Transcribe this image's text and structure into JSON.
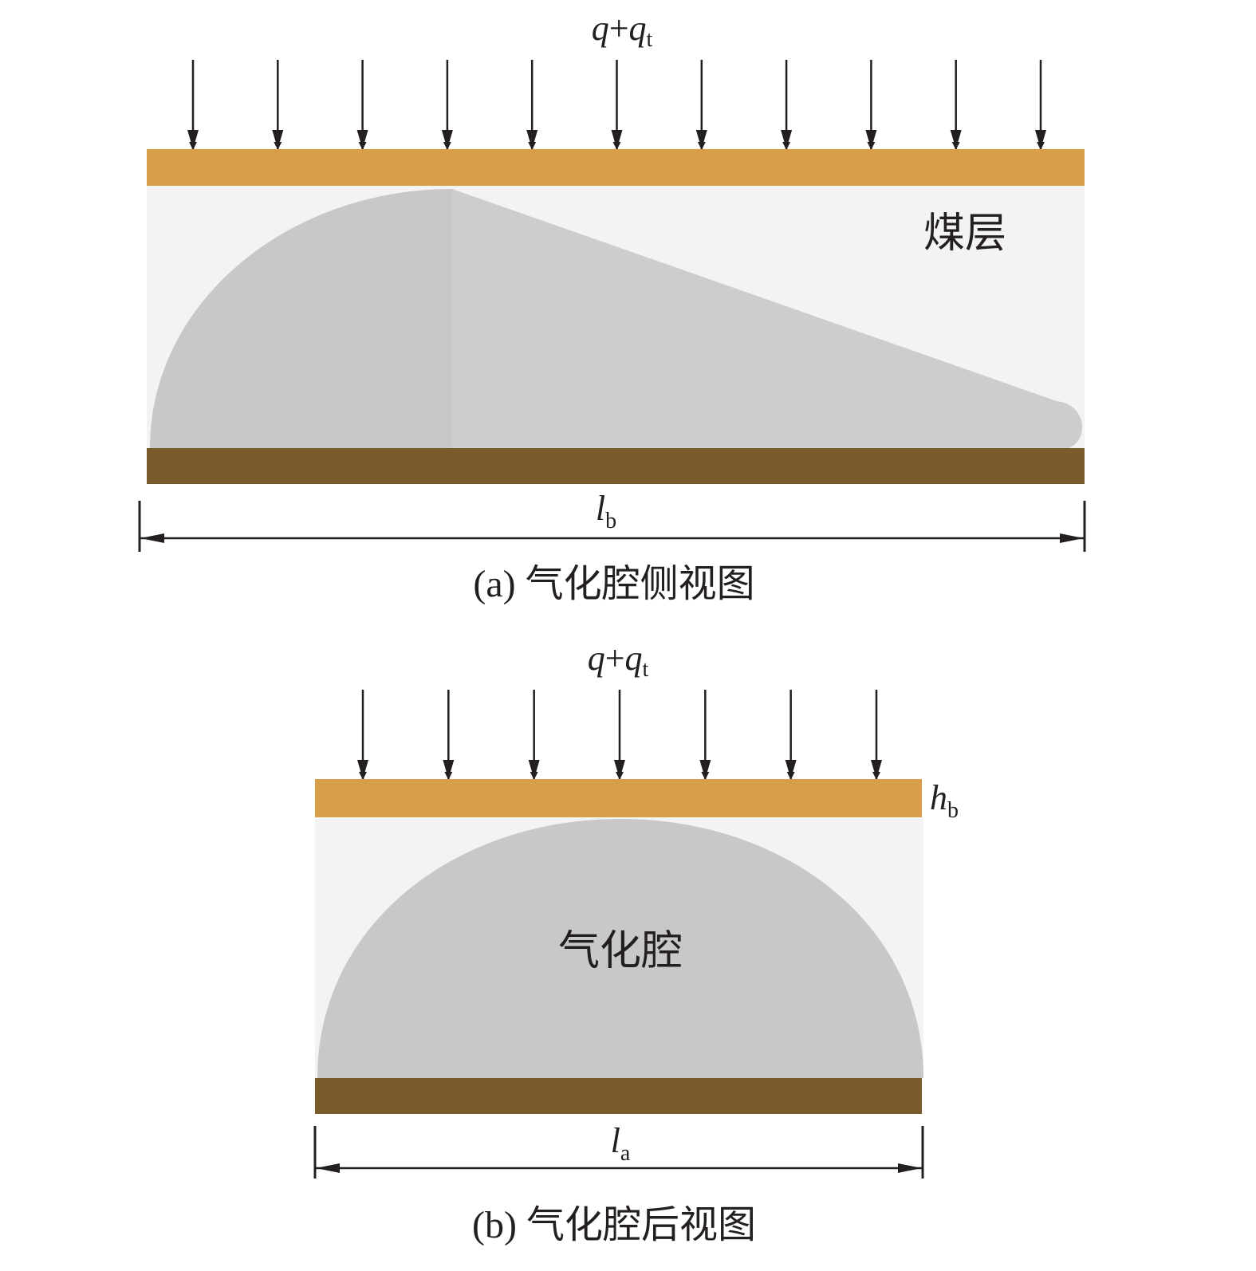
{
  "panel_a": {
    "load_label": {
      "q1": "q",
      "plus": "+",
      "q2": "q",
      "sub": "t"
    },
    "layer_label": "煤层",
    "length_label": {
      "main": "l",
      "sub": "b"
    },
    "caption": "(a) 气化腔侧视图",
    "arrow_count": 11
  },
  "panel_b": {
    "load_label": {
      "q1": "q",
      "plus": "+",
      "q2": "q",
      "sub": "t"
    },
    "cavity_label": "气化腔",
    "thickness_label": {
      "main": "h",
      "sub": "b"
    },
    "length_label": {
      "main": "l",
      "sub": "a"
    },
    "caption": "(b) 气化腔后视图",
    "arrow_count": 7
  },
  "colors": {
    "roof": "#D99E49",
    "floor": "#7B5A2B",
    "coal": "#F3F3F3",
    "cavity": "#C8C8C8",
    "cavity_tail": "#CDCDCD",
    "line": "#231F20"
  }
}
